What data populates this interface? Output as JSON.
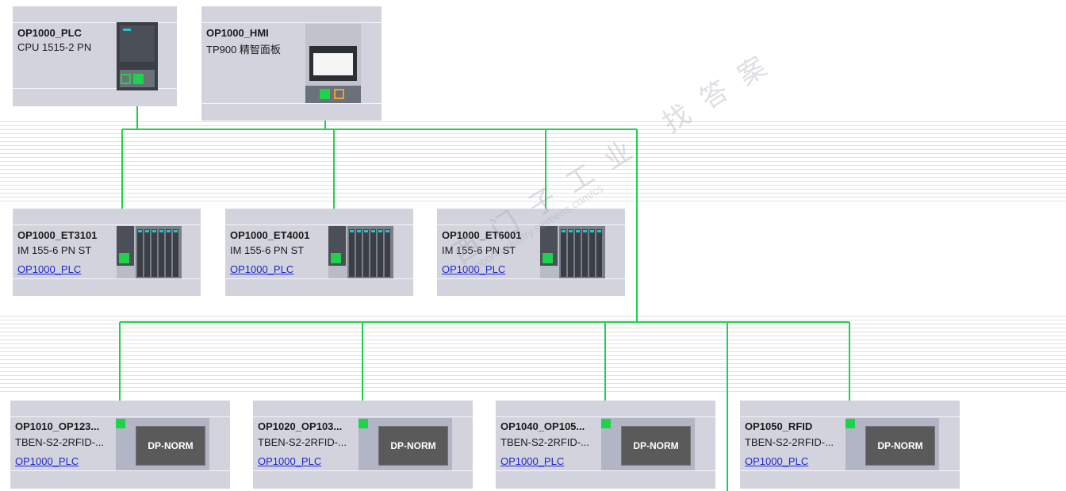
{
  "colors": {
    "network": "#1ed24a",
    "device_bg": "#d3d3dd",
    "link": "#1c27d4",
    "dp_norm_bg": "#5a5a5a"
  },
  "devices": {
    "plc": {
      "name": "OP1000_PLC",
      "type": "CPU 1515-2 PN",
      "icon": "plc-cpu-icon"
    },
    "hmi": {
      "name": "OP1000_HMI",
      "type": "TP900 精智面板",
      "icon": "hmi-panel-icon"
    },
    "et_stations": [
      {
        "name": "OP1000_ET3101",
        "type": "IM 155-6 PN ST",
        "link": "OP1000_PLC"
      },
      {
        "name": "OP1000_ET4001",
        "type": "IM 155-6 PN ST",
        "link": "OP1000_PLC"
      },
      {
        "name": "OP1000_ET6001",
        "type": "IM 155-6 PN ST",
        "link": "OP1000_PLC"
      }
    ],
    "rfid_stations": [
      {
        "name": "OP1010_OP123...",
        "type": "TBEN-S2-2RFID-...",
        "link": "OP1000_PLC",
        "label": "DP-NORM"
      },
      {
        "name": "OP1020_OP103...",
        "type": "TBEN-S2-2RFID-...",
        "link": "OP1000_PLC",
        "label": "DP-NORM"
      },
      {
        "name": "OP1040_OP105...",
        "type": "TBEN-S2-2RFID-...",
        "link": "OP1000_PLC",
        "label": "DP-NORM"
      },
      {
        "name": "OP1050_RFID",
        "type": "TBEN-S2-2RFID-...",
        "link": "OP1000_PLC",
        "label": "DP-NORM"
      }
    ]
  },
  "watermark": {
    "line1": "西门子工业 找答案",
    "line2": "support.industry.siemens.com/cs"
  }
}
